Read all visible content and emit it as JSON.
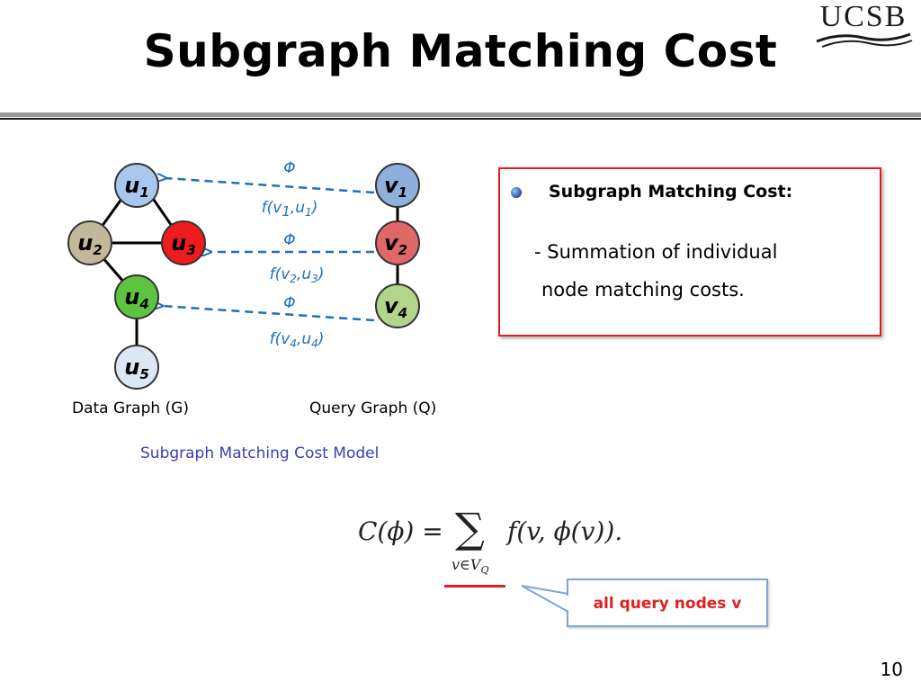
{
  "slide": {
    "title": "Subgraph Matching Cost",
    "logo_text": "UCSB",
    "page_number": "10"
  },
  "diagram": {
    "data_graph_nodes": [
      {
        "id": "u1",
        "base": "u",
        "sub": "1",
        "color": "#a9c6ec"
      },
      {
        "id": "u2",
        "base": "u",
        "sub": "2",
        "color": "#c2b99a"
      },
      {
        "id": "u3",
        "base": "u",
        "sub": "3",
        "color": "#ee1c1c"
      },
      {
        "id": "u4",
        "base": "u",
        "sub": "4",
        "color": "#5ec340"
      },
      {
        "id": "u5",
        "base": "u",
        "sub": "5",
        "color": "#dde6f3"
      }
    ],
    "query_graph_nodes": [
      {
        "id": "v1",
        "base": "v",
        "sub": "1",
        "color": "#8fb0dc"
      },
      {
        "id": "v2",
        "base": "v",
        "sub": "2",
        "color": "#e06868"
      },
      {
        "id": "v4",
        "base": "v",
        "sub": "4",
        "color": "#b3d48b"
      }
    ],
    "mappings": [
      {
        "phi": "Φ",
        "func": "f",
        "v": "v",
        "v_sub": "1",
        "u": "u",
        "u_sub": "1"
      },
      {
        "phi": "Φ",
        "func": "f",
        "v": "v",
        "v_sub": "2",
        "u": "u",
        "u_sub": "3"
      },
      {
        "phi": "Φ",
        "func": "f",
        "v": "v",
        "v_sub": "4",
        "u": "u",
        "u_sub": "4"
      }
    ],
    "data_graph_caption": "Data Graph (G)",
    "query_graph_caption": "Query Graph (Q)",
    "model_caption": "Subgraph Matching Cost Model",
    "accent_color": "#1e6fbe"
  },
  "info_box": {
    "heading": "Subgraph Matching Cost:",
    "line1": "- Summation of individual",
    "line2": "node matching costs."
  },
  "formula": {
    "lhs": "C(ϕ) =",
    "sigma": "∑",
    "subscript": "v∈V",
    "subscript_sub": "Q",
    "rhs": "f(v, ϕ(v))."
  },
  "callout": {
    "text": "all query nodes v"
  }
}
